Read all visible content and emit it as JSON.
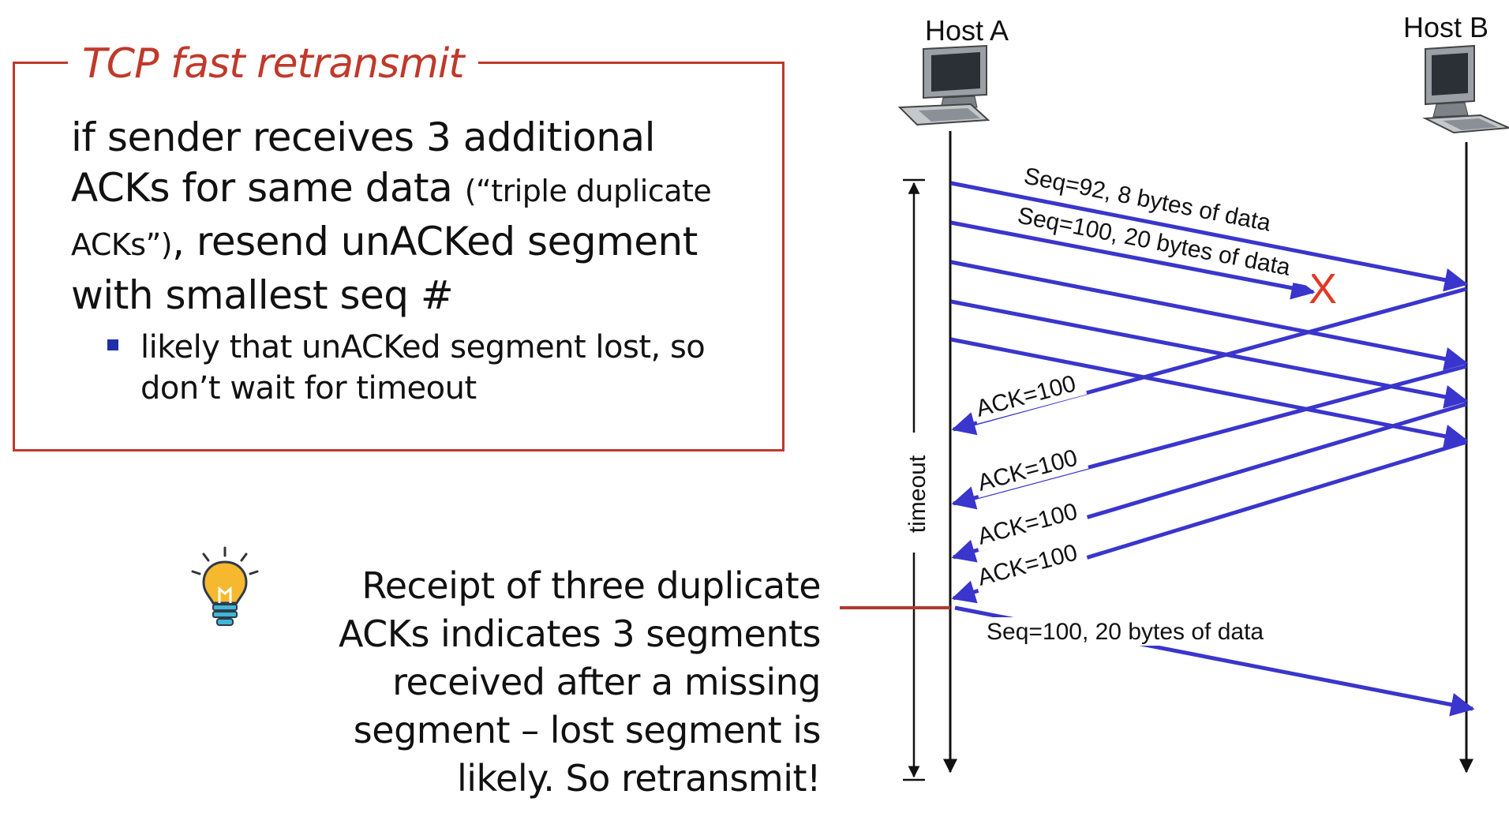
{
  "title": "TCP fast retransmit",
  "main_text": {
    "part1": "if sender receives 3 additional ACKs for same data ",
    "part2_small": "(“triple duplicate ACKs”)",
    "part3": ", resend unACKed segment with smallest seq #"
  },
  "bullet": "likely that unACKed segment lost, so don’t wait for timeout",
  "conclusion": {
    "line1": "Receipt of three duplicate",
    "line2": "ACKs indicates 3 segments",
    "line3": "received after a missing",
    "line4": "segment – lost segment is",
    "line5": "likely. So retransmit!"
  },
  "diagram": {
    "host_a": "Host A",
    "host_b": "Host B",
    "timeout_label": "timeout",
    "segment_labels": {
      "seq92": "Seq=92, 8 bytes of data",
      "seq100": "Seq=100, 20 bytes of data",
      "retransmit": "Seq=100, 20 bytes of data"
    },
    "ack_labels": [
      "ACK=100",
      "ACK=100",
      "ACK=100",
      "ACK=100"
    ],
    "loss_mark": "X"
  },
  "colors": {
    "accent_red": "#c0392b",
    "arrow_blue": "#3a35cc",
    "bullet_blue": "#1e2fa8",
    "loss_red": "#e03a24",
    "bulb_yellow": "#f5b82e"
  },
  "icons": [
    "computer-icon",
    "lightbulb-icon",
    "bullet-square-icon"
  ]
}
